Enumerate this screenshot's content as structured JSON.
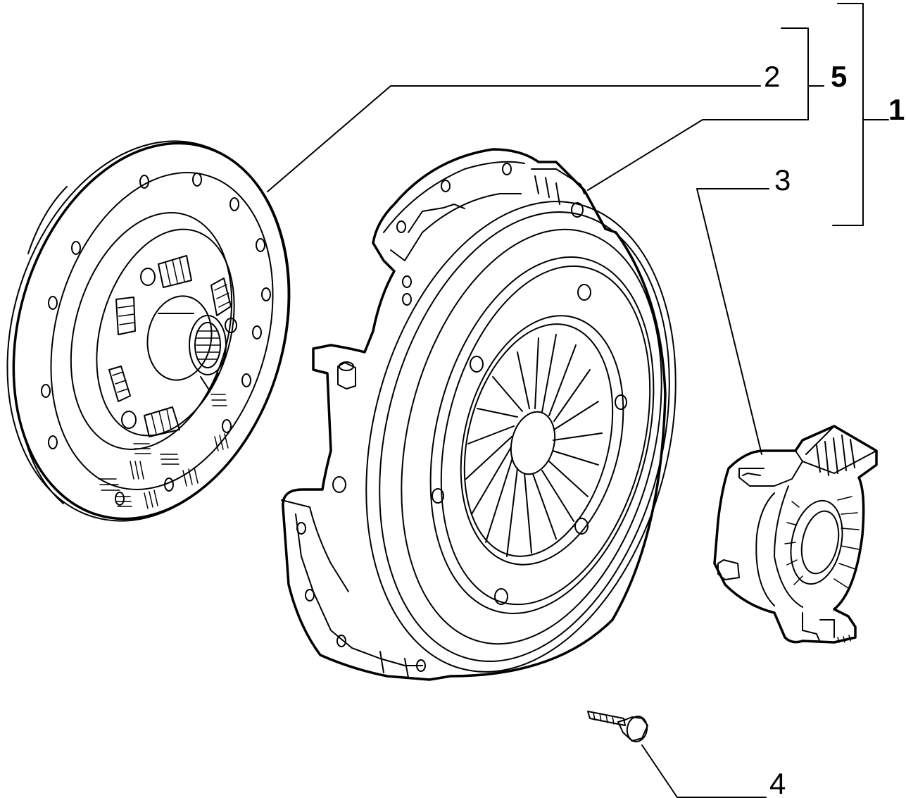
{
  "callouts": {
    "label_1": "1",
    "label_2": "2",
    "label_3": "3",
    "label_4": "4",
    "label_5": "5"
  },
  "colors": {
    "ink": "#000000",
    "paper": "#ffffff"
  }
}
